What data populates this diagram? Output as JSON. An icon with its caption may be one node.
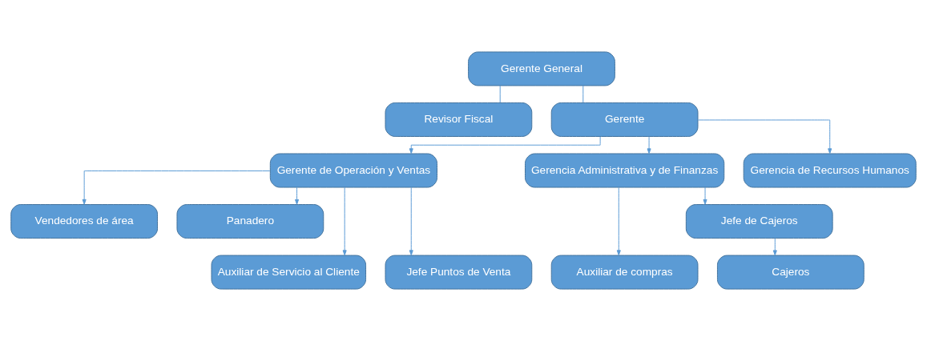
{
  "diagram": {
    "nodes": [
      {
        "text": [
          "Gerente General"
        ]
      },
      {
        "text": [
          "Revisor Fiscal"
        ]
      },
      {
        "text": [
          "Gerente"
        ]
      },
      {
        "text": [
          "Gerente de Operación y Ventas"
        ]
      },
      {
        "text": [
          "Gerencia Administrativa y de Finanzas"
        ]
      },
      {
        "text": [
          "Gerencia de Recursos Humanos"
        ]
      },
      {
        "text": [
          "Vendedores de área"
        ]
      },
      {
        "text": [
          "Panadero"
        ]
      },
      {
        "text": [
          "Auxiliar de Servicio al Cliente"
        ]
      },
      {
        "text": [
          "Jefe Puntos de Venta"
        ]
      },
      {
        "text": [
          "Auxiliar de compras"
        ]
      },
      {
        "text": [
          "Jefe de Cajeros"
        ]
      },
      {
        "text": [
          "Cajeros"
        ]
      }
    ],
    "edges": [
      {
        "from": 0,
        "to": 2,
        "arrow": "none"
      },
      {
        "from": 0,
        "to": 1,
        "arrow": "none"
      },
      {
        "from": 2,
        "to": 3,
        "arrow": "to"
      },
      {
        "from": 2,
        "to": 4,
        "arrow": "to"
      },
      {
        "from": 2,
        "to": 5,
        "arrow": "to"
      },
      {
        "from": 3,
        "to": 6,
        "arrow": "to"
      },
      {
        "from": 3,
        "to": 7,
        "arrow": "to"
      },
      {
        "from": 3,
        "to": 8,
        "arrow": "to"
      },
      {
        "from": 3,
        "to": 9,
        "arrow": "to"
      },
      {
        "from": 4,
        "to": 10,
        "arrow": "to"
      },
      {
        "from": 4,
        "to": 11,
        "arrow": "to"
      },
      {
        "from": 11,
        "to": 12,
        "arrow": "to"
      }
    ]
  }
}
